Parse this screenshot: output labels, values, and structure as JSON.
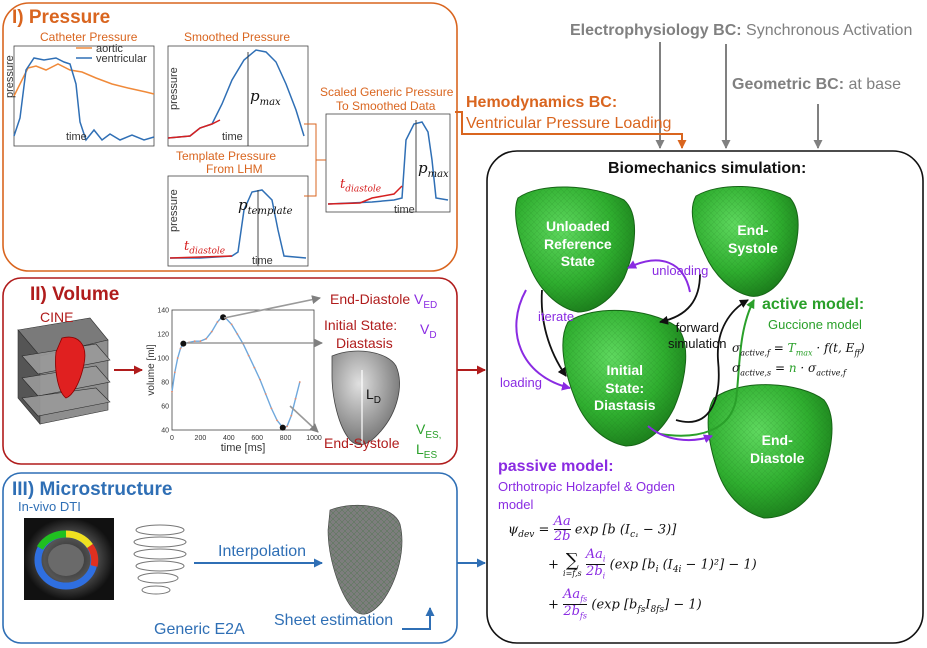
{
  "colors": {
    "pressure": "#d9651f",
    "volume": "#b01c1c",
    "micro": "#2f6fb5",
    "gray": "#808080",
    "purple": "#8a2be2",
    "green": "#2aa02a",
    "heart": "#2fae2f",
    "aortic": "#f08a3a",
    "ventricular": "#2f6fb5",
    "redtrace": "#d62020"
  },
  "pressure": {
    "title": "I) Pressure",
    "catheter_title": "Catheter Pressure",
    "legend_aortic": "aortic",
    "legend_ventricular": "ventricular",
    "axis_pressure": "pressure",
    "axis_time": "time",
    "smoothed_title": "Smoothed Pressure",
    "pmax": "p",
    "pmax_sub": "max",
    "scaled_title_1": "Scaled Generic Pressure",
    "scaled_title_2": "To Smoothed Data",
    "template_title_1": "Template Pressure",
    "template_title_2": "From LHM",
    "ptemplate": "p",
    "ptemplate_sub": "template",
    "tdiastole": "t",
    "tdiastole_sub": "diastole"
  },
  "bc": {
    "electro_bold": "Electrophysiology BC:",
    "electro_text": " Synchronous Activation",
    "geom_bold": "Geometric BC:",
    "geom_text": " at base",
    "hemo_bold": "Hemodynamics BC:",
    "hemo_text": "Ventricular Pressure Loading"
  },
  "volume": {
    "title": "II) Volume",
    "cine": "CINE",
    "end_diastole": "End-Diastole",
    "ved": "V",
    "ved_sub": "ED",
    "initial_1": "Initial State:",
    "initial_2": "Diastasis",
    "vd": "V",
    "vd_sub": "D",
    "ld": "L",
    "ld_sub": "D",
    "end_systole": "End-Systole",
    "ves": "V",
    "ves_sub": "ES,",
    "les": "L",
    "les_sub": "ES",
    "xlabel": "time [ms]",
    "ylabel": "volume [ml]"
  },
  "chart_data": {
    "type": "line",
    "xlabel": "time [ms]",
    "ylabel": "volume [ml]",
    "xlim": [
      0,
      1000
    ],
    "ylim": [
      40,
      140
    ],
    "xticks": [
      "0",
      "200",
      "400",
      "600",
      "800",
      "1000"
    ],
    "yticks": [
      "40",
      "60",
      "80",
      "100",
      "120",
      "140"
    ],
    "x": [
      0,
      20,
      40,
      60,
      80,
      120,
      160,
      200,
      240,
      280,
      320,
      350,
      380,
      420,
      460,
      500,
      540,
      580,
      620,
      660,
      700,
      740,
      780,
      810,
      840,
      870,
      900
    ],
    "y": [
      72,
      88,
      100,
      108,
      112,
      113,
      114,
      114,
      116,
      122,
      130,
      134,
      133,
      128,
      120,
      112,
      102,
      92,
      82,
      70,
      58,
      48,
      42,
      43,
      52,
      66,
      80
    ],
    "markers": [
      {
        "x": 80,
        "y": 112
      },
      {
        "x": 360,
        "y": 134
      },
      {
        "x": 780,
        "y": 42
      }
    ]
  },
  "micro": {
    "title": "III) Microstructure",
    "dti": "In-vivo DTI",
    "interpolation": "Interpolation",
    "generic": "Generic E2A",
    "sheet": "Sheet estimation"
  },
  "sim": {
    "title": "Biomechanics simulation:",
    "unloaded_1": "Unloaded",
    "unloaded_2": "Reference",
    "unloaded_3": "State",
    "endsys_1": "End-",
    "endsys_2": "Systole",
    "initial_1": "Initial",
    "initial_2": "State:",
    "initial_3": "Diastasis",
    "enddia_1": "End-",
    "enddia_2": "Diastole",
    "unloading": "unloading",
    "iterate": "iterate",
    "forward_1": "forward",
    "forward_2": "simulation",
    "loading": "loading",
    "active_title": "active model:",
    "active_sub": "Guccione model",
    "eq_active_f_lhs": "σ",
    "eq_active_f_sub": "active,f",
    "eq_active_f_eq": " = ",
    "eq_active_f_T": "T",
    "eq_active_f_Tsub": "max",
    "eq_active_f_rest": " · f(t, E",
    "eq_active_f_Esub": "ff",
    "eq_active_f_end": ")",
    "eq_active_s_lhs": "σ",
    "eq_active_s_sub": "active,s",
    "eq_active_s_eq": " = ",
    "eq_active_s_n": "n",
    "eq_active_s_rest": " · σ",
    "eq_active_s_sub2": "active,f",
    "passive_title": "passive model:",
    "passive_sub_1": "Orthotropic Holzapfel & Ogden",
    "passive_sub_2": "model",
    "psi": "ψ",
    "psi_sub": "dev",
    "eq_eq": "=",
    "frac1_num": "Aa",
    "frac1_den": "2b",
    "term1": "exp [b (I",
    "term1_sub": "c₁",
    "term1_end": " − 3)]",
    "plus": "+",
    "sum": "∑",
    "sum_sub": "i=f,s",
    "frac2_num": "Aa",
    "frac2_num_sub": "i",
    "frac2_den": "2b",
    "frac2_den_sub": "i",
    "term2": "(exp [b",
    "term2_sub": "i",
    "term2_mid": " (I",
    "term2_sub2": "4i",
    "term2_end": " − 1)²] − 1)",
    "frac3_num": "Aa",
    "frac3_num_sub": "fs",
    "frac3_den": "2b",
    "frac3_den_sub": "fs",
    "term3": "(exp [b",
    "term3_sub": "fs",
    "term3_mid": "I",
    "term3_sub2": "8fs",
    "term3_end": "] − 1)"
  }
}
